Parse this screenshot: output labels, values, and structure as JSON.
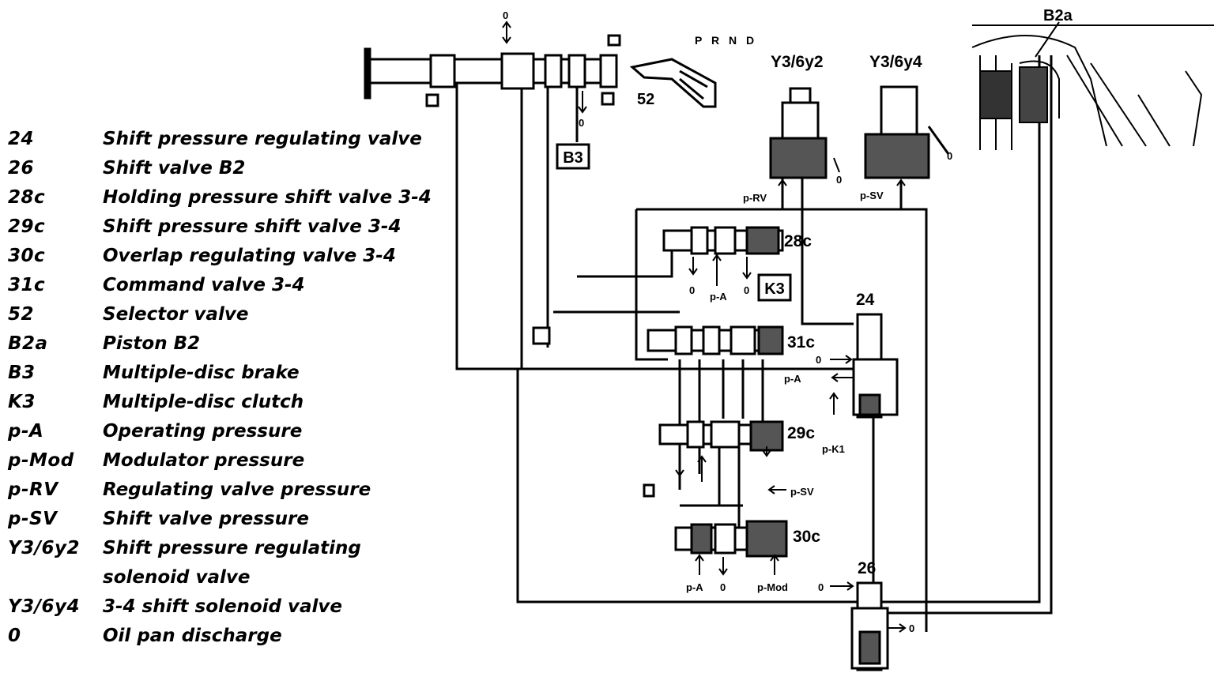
{
  "legend": [
    {
      "code": "24",
      "desc": "Shift pressure regulating valve"
    },
    {
      "code": "26",
      "desc": "Shift valve B2"
    },
    {
      "code": "28c",
      "desc": "Holding pressure shift valve 3-4"
    },
    {
      "code": "29c",
      "desc": "Shift pressure shift valve 3-4"
    },
    {
      "code": "30c",
      "desc": "Overlap regulating valve 3-4"
    },
    {
      "code": "31c",
      "desc": "Command valve 3-4"
    },
    {
      "code": "52",
      "desc": "Selector valve"
    },
    {
      "code": "B2a",
      "desc": "Piston B2"
    },
    {
      "code": "B3",
      "desc": "Multiple-disc brake"
    },
    {
      "code": "K3",
      "desc": "Multiple-disc clutch"
    },
    {
      "code": "p-A",
      "desc": "Operating pressure"
    },
    {
      "code": "p-Mod",
      "desc": "Modulator pressure"
    },
    {
      "code": "p-RV",
      "desc": "Regulating valve pressure"
    },
    {
      "code": "p-SV",
      "desc": "Shift valve pressure"
    },
    {
      "code": "Y3/6y2",
      "desc": "Shift pressure regulating solenoid valve"
    },
    {
      "code": "Y3/6y4",
      "desc": "3-4 shift solenoid valve"
    },
    {
      "code": "0",
      "desc": "Oil pan discharge"
    }
  ],
  "diagram": {
    "selector_positions": "P R N D",
    "label_52": "52",
    "label_b3": "B3",
    "label_k3": "K3",
    "label_y3_6y2": "Y3/6y2",
    "label_y3_6y4": "Y3/6y4",
    "label_b2a": "B2a",
    "label_28c": "28c",
    "label_31c": "31c",
    "label_29c": "29c",
    "label_30c": "30c",
    "label_24": "24",
    "label_26": "26",
    "label_p_rv": "p-RV",
    "label_p_sv_top": "p-SV",
    "label_p_sv_mid": "p-SV",
    "label_p_a_28c": "p-A",
    "label_p_a_24": "p-A",
    "label_p_a_30c": "p-A",
    "label_p_k1": "p-K1",
    "label_p_mod": "p-Mod",
    "zero": "0"
  }
}
